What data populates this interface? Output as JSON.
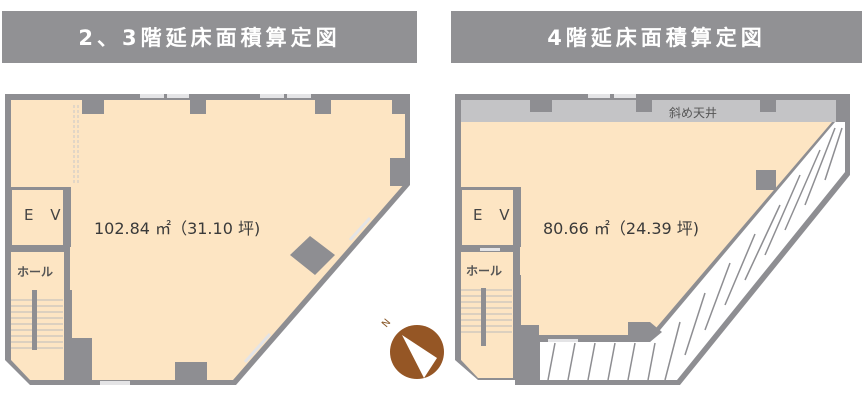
{
  "plans": [
    {
      "title": "2、3階延床面積算定図",
      "area_label": "102.84 ㎡（31.10 坪)",
      "area_sqm": 102.84,
      "area_tsubo": 31.1,
      "rooms": {
        "ev": "E V",
        "hall": "ホール"
      }
    },
    {
      "title": "4階延床面積算定図",
      "area_label": "80.66 ㎡（24.39 坪)",
      "area_sqm": 80.66,
      "area_tsubo": 24.39,
      "rooms": {
        "ev": "E V",
        "hall": "ホール",
        "sloped_ceiling": "斜め天井"
      }
    }
  ],
  "compass": {
    "label": "N",
    "icon": "north-arrow-icon"
  },
  "colors": {
    "title_bg": "#919194",
    "floor": "#fde5c3",
    "wall": "#8e8e92",
    "sloped_ceiling": "#c4c4c6",
    "compass": "#955625"
  }
}
